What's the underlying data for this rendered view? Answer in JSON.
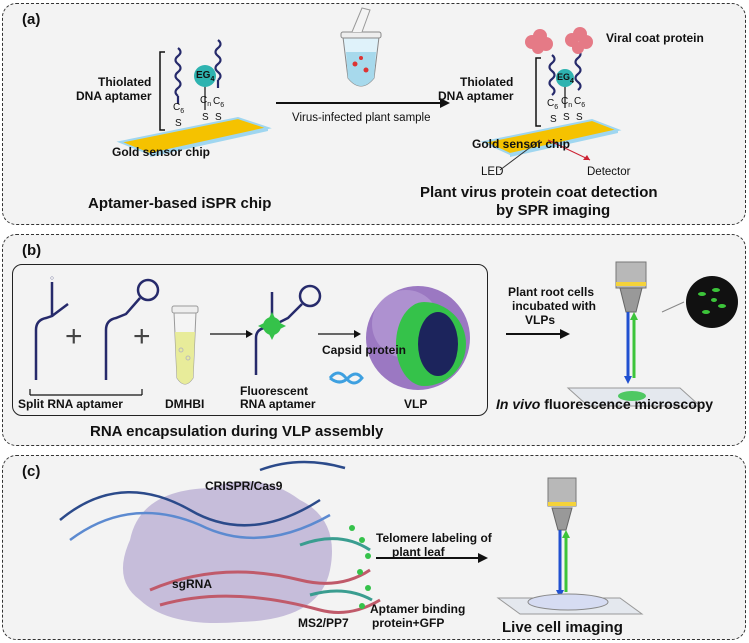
{
  "colors": {
    "panel_bg": "#f3f3f3",
    "gold": "#f5c200",
    "chip_edge": "#9fd6f0",
    "aptamer_navy": "#262a6b",
    "teal_ball": "#2eb3b0",
    "coat_pink": "#e57a86",
    "vlp_purple": "#9b78c2",
    "fluor_green": "#35c24a",
    "capsid_blue": "#3ea0e0",
    "crispr_purple": "#a99ac9",
    "tube_yellow": "#e8ec9a"
  },
  "panel_a": {
    "label": "(a)",
    "aptamer_label_left_1": "Thiolated",
    "aptamer_label_left_2": "DNA aptamer",
    "eg4": "EG",
    "eg4_sub": "4",
    "c6": "C",
    "c6_sub": "6",
    "cn": "C",
    "cn_sub": "n",
    "s": "S",
    "chip_label": "Gold sensor chip",
    "arrow_label": "Virus-infected plant sample",
    "aptamer_label_right_1": "Thiolated",
    "aptamer_label_right_2": "DNA aptamer",
    "viral_coat": "Viral coat protein",
    "chip_label_right": "Gold sensor chip",
    "led": "LED",
    "detector": "Detector",
    "caption_left": "Aptamer-based iSPR chip",
    "caption_right_1": "Plant virus protein coat detection",
    "caption_right_2": "by SPR imaging"
  },
  "panel_b": {
    "label": "(b)",
    "plus": "+",
    "split": "Split RNA aptamer",
    "dmhbi": "DMHBI",
    "fluor_1": "Fluorescent",
    "fluor_2": "RNA aptamer",
    "capsid": "Capsid protein",
    "vlp": "VLP",
    "root_1": "Plant root cells",
    "root_2": "incubated with",
    "root_3": "VLPs",
    "micro_italic": "In vivo",
    "micro_rest": " fluorescence microscopy",
    "caption": "RNA encapsulation during VLP assembly"
  },
  "panel_c": {
    "label": "(c)",
    "crispr": "CRISPR/Cas9",
    "sgrna": "sgRNA",
    "ms2": "MS2/PP7",
    "aptamer_bp_1": "Aptamer binding",
    "aptamer_bp_2": "protein+GFP",
    "telo_1": "Telomere labeling of",
    "telo_2": "plant leaf",
    "live": "Live cell imaging"
  }
}
